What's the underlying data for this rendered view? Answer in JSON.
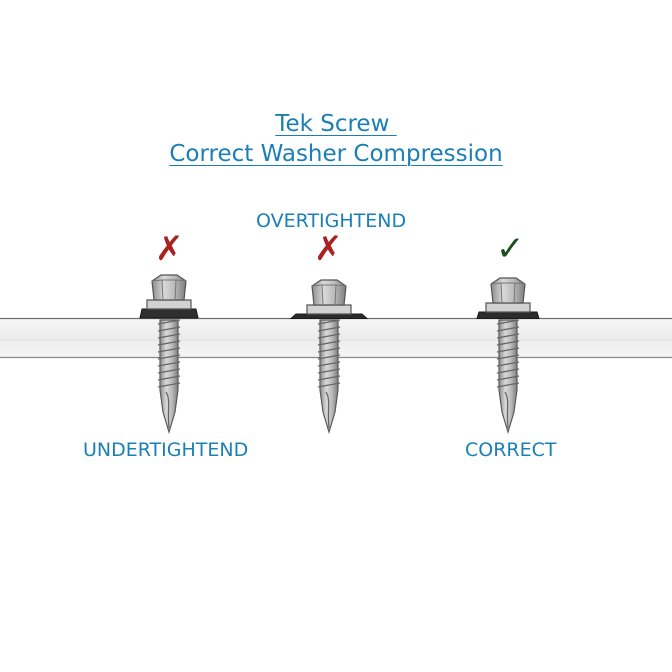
{
  "title": {
    "line1": "Tek Screw ",
    "line2": "Correct Washer Compression"
  },
  "screws": [
    {
      "label": "UNDERTIGHTEND",
      "mark": "✗",
      "mark_color": "#a8231f",
      "state": "undertightened"
    },
    {
      "label": "OVERTIGHTEND",
      "mark": "✗",
      "mark_color": "#a8231f",
      "state": "overtightened"
    },
    {
      "label": "CORRECT",
      "mark": "✓",
      "mark_color": "#1e4d1e",
      "state": "correct"
    }
  ],
  "colors": {
    "accent": "#1b7fb5",
    "washer": "#2b2b2b",
    "panel_edge": "#6f6f6f"
  }
}
